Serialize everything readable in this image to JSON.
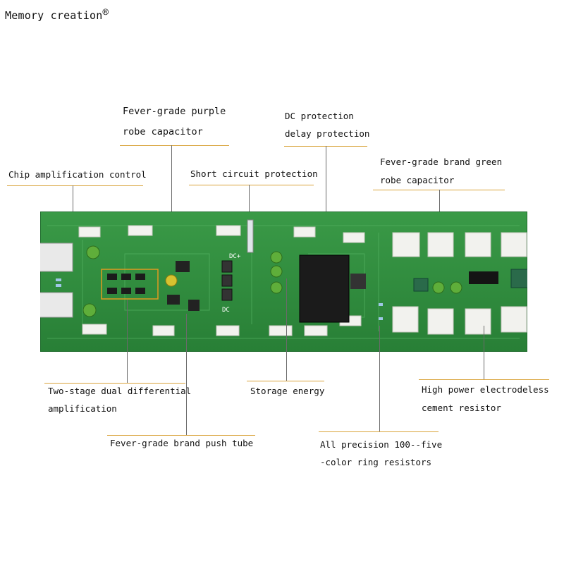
{
  "brand": {
    "name": "Memory creation",
    "mark": "®"
  },
  "callouts": {
    "purple_capacitor": [
      "Fever-grade purple",
      "robe capacitor"
    ],
    "dc_protection": [
      "DC protection",
      "delay protection"
    ],
    "chip_control": "Chip amplification control",
    "short_circuit": "Short circuit protection",
    "green_capacitor": [
      "Fever-grade brand green",
      "robe capacitor"
    ],
    "two_stage": [
      "Two-stage dual differential",
      "amplification"
    ],
    "storage": "Storage energy",
    "cement_resistor": [
      "High power electrodeless",
      "cement resistor"
    ],
    "push_tube": "Fever-grade brand push tube",
    "precision_resistors": [
      "All precision 100--five",
      "-color ring resistors"
    ]
  },
  "board_marks": {
    "dc_plus": "DC+",
    "dc": "DC"
  },
  "colors": {
    "pcb_green": "#2f8f3e",
    "pcb_dark": "#1e6b2c",
    "callout_rule": "#d9a33a",
    "relay_black": "#1b1b1b",
    "ceramic_white": "#f2f2ee"
  }
}
